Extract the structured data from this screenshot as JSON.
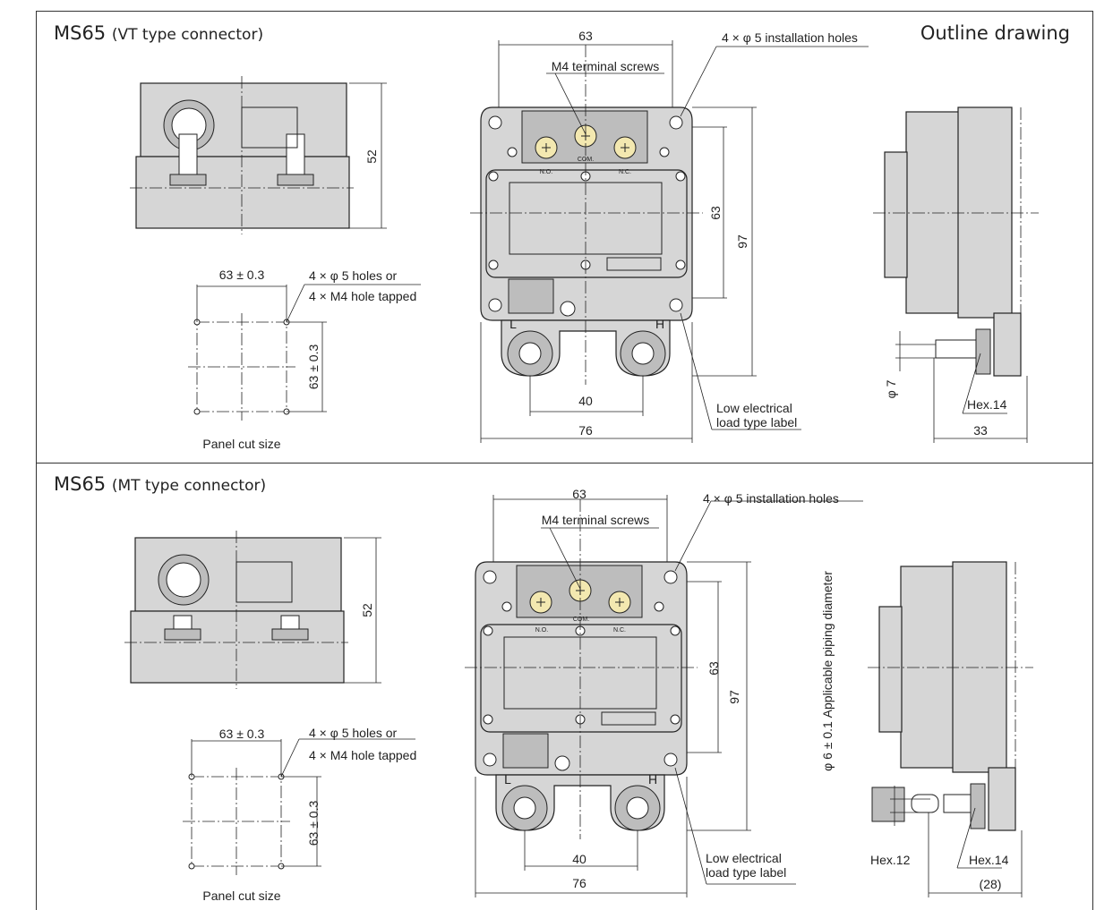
{
  "outline_label": "Outline drawing",
  "sections": [
    {
      "title_main": "MS65",
      "title_sub": "(VT type connector)",
      "height_dim": "52",
      "panel_width": "63 ± 0.3",
      "panel_height": "63 ± 0.3",
      "holes_line1": "4 × φ 5 holes or",
      "holes_line2": "4 × M4 hole tapped",
      "panel_caption": "Panel cut size",
      "top_width": "63",
      "install_holes": "4 × φ 5 installation holes",
      "terminal_screws": "M4 terminal screws",
      "no": "N.O.",
      "com": "COM.",
      "nc": "N.C.",
      "low": "L",
      "high": "H",
      "inner_height": "63",
      "total_height": "97",
      "port_spacing": "40",
      "total_width": "76",
      "label_line1": "Low electrical",
      "label_line2": "load type label",
      "pipe_dim": "φ 7",
      "hex": "Hex.14",
      "depth": "33"
    },
    {
      "title_main": "MS65",
      "title_sub": "(MT type connector)",
      "height_dim": "52",
      "panel_width": "63 ± 0.3",
      "panel_height": "63 ± 0.3",
      "holes_line1": "4 × φ 5 holes or",
      "holes_line2": "4 × M4 hole tapped",
      "panel_caption": "Panel cut size",
      "top_width": "63",
      "install_holes": "4 × φ 5 installation holes",
      "terminal_screws": "M4 terminal screws",
      "no": "N.O.",
      "com": "COM.",
      "nc": "N.C.",
      "low": "L",
      "high": "H",
      "inner_height": "63",
      "total_height": "97",
      "port_spacing": "40",
      "total_width": "76",
      "label_line1": "Low electrical",
      "label_line2": "load type label",
      "pipe_dim": "φ 6 ± 0.1 Applicable piping diameter",
      "hex_nut": "Hex.12",
      "hex": "Hex.14",
      "depth": "(28)"
    }
  ]
}
